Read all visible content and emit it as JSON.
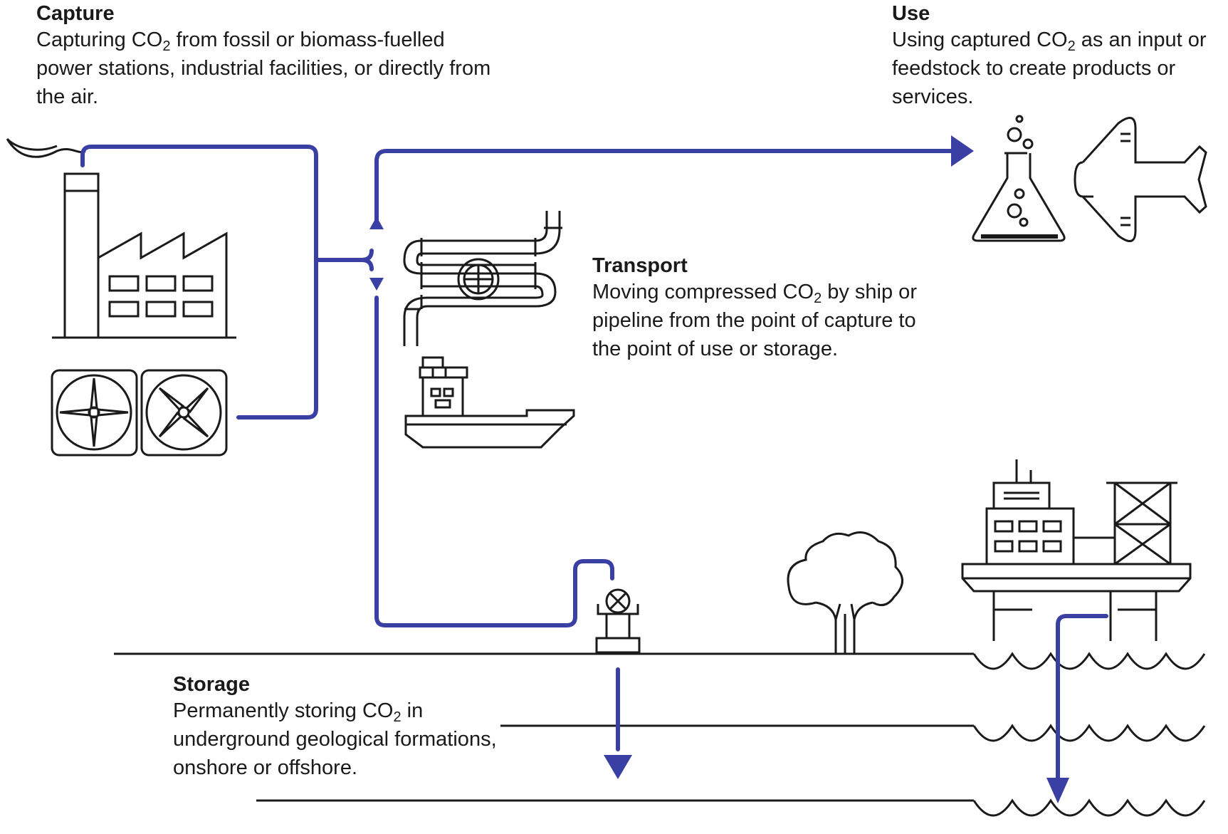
{
  "sections": {
    "capture": {
      "heading": "Capture",
      "body_pre": "Capturing CO",
      "body_sub": "2",
      "body_post": " from fossil or biomass-fuelled power stations, industrial facilities, or directly from the air."
    },
    "use": {
      "heading": "Use",
      "body_pre": "Using captured CO",
      "body_sub": "2",
      "body_post": " as an input or feedstock to create products or services."
    },
    "transport": {
      "heading": "Transport",
      "body_pre": "Moving compressed CO",
      "body_sub": "2",
      "body_post": " by ship or pipeline from the point of capture to the point of use or storage."
    },
    "storage": {
      "heading": "Storage",
      "body_pre": "Permanently storing CO",
      "body_sub": "2",
      "body_post": " in underground geological formations, onshore or offshore."
    }
  },
  "icons": [
    "factory-icon",
    "direct-air-capture-fans-icon",
    "pipeline-icon",
    "ship-icon",
    "flask-icon",
    "airplane-icon",
    "injection-wellhead-icon",
    "tree-icon",
    "offshore-platform-icon"
  ],
  "colors": {
    "flow": "#3a3fa3",
    "outline": "#1a1a1a",
    "background": "#ffffff"
  }
}
